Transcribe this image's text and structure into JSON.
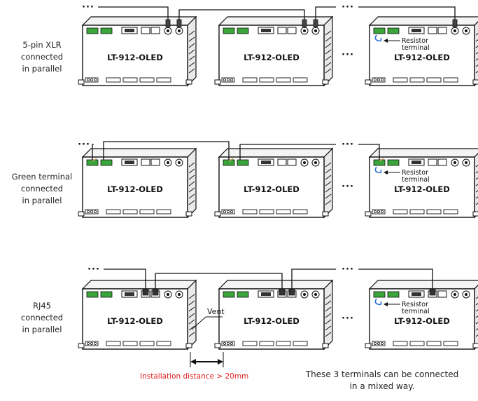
{
  "device_label": "LT-912-OLED",
  "rows": [
    {
      "name": "xlr",
      "label_lines": [
        "5-pin XLR",
        "connected",
        "in parallel"
      ]
    },
    {
      "name": "green",
      "label_lines": [
        "Green terminal",
        "connected",
        "in parallel"
      ]
    },
    {
      "name": "rj45",
      "label_lines": [
        "RJ45",
        "connected",
        "in parallel"
      ]
    }
  ],
  "resistor_label_lines": [
    "Resistor",
    "terminal"
  ],
  "ellipsis": "···",
  "vent_label": "Vent",
  "installation_note": "Installation distance  > 20mm",
  "mixed_note_lines": [
    "These 3 terminals can be connected",
    "in a mixed way."
  ],
  "colors": {
    "line": "#111111",
    "accent_red": "#e02020",
    "terminal_green": "#3aa53a",
    "wire_tan": "#c9a35a",
    "resistor_blue": "#2b6fd6"
  }
}
